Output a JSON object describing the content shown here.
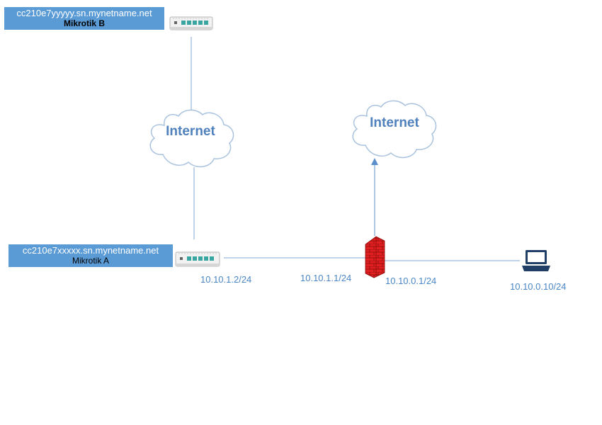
{
  "routers": {
    "b": {
      "hostname": "cc210e7yyyyy.sn.mynetname.net",
      "name": "Mikrotik B"
    },
    "a": {
      "hostname": "cc210e7xxxxx.sn.mynetname.net",
      "name": "Mikrotik A"
    }
  },
  "clouds": {
    "left": {
      "label": "Internet"
    },
    "right": {
      "label": "Internet"
    }
  },
  "ips": {
    "mikrotik_a": "10.10.1.2/24",
    "firewall_wan": "10.10.1.1/24",
    "firewall_lan": "10.10.0.1/24",
    "laptop": "10.10.0.10/24"
  },
  "colors": {
    "label_box": "#5b9bd5",
    "line": "#7fa7d4",
    "ip_text": "#4a86c5",
    "cloud_text": "#4f81bd",
    "firewall": "#e02020",
    "router": "#3aa6a0"
  },
  "icons": {
    "router": "router-icon",
    "firewall": "firewall-icon",
    "laptop": "laptop-icon",
    "cloud": "cloud-icon"
  }
}
